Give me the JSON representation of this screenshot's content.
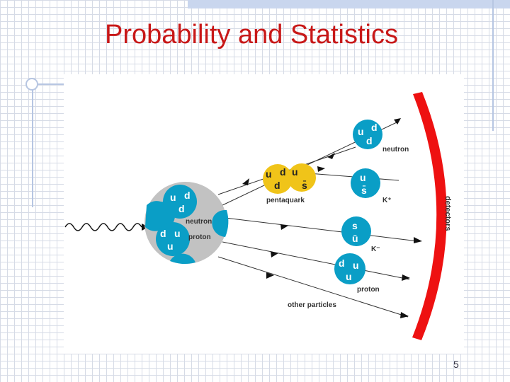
{
  "slide": {
    "title": "Probability and Statistics",
    "page_number": "5"
  },
  "diagram": {
    "nucleus_labels": {
      "neutron": "neutron",
      "proton": "proton"
    },
    "nucleus_quarks": {
      "neutron": [
        "u",
        "d",
        "d"
      ],
      "proton": [
        "d",
        "u",
        "u"
      ]
    },
    "pentaquark": {
      "label": "pentaquark",
      "quarks": [
        "u",
        "d",
        "u",
        "d",
        "s̄"
      ]
    },
    "products": [
      {
        "quarks": [
          "u",
          "d",
          "d"
        ],
        "label": "neutron"
      },
      {
        "quarks": [
          "u",
          "s̄"
        ],
        "label": "K⁺"
      },
      {
        "quarks": [
          "s",
          "ū"
        ],
        "label": "K⁻"
      },
      {
        "quarks": [
          "d",
          "u",
          "u"
        ],
        "label": "proton"
      }
    ],
    "other_label": "other particles",
    "detector_label": "detectors",
    "colors": {
      "quark_blue": "#0a9ec6",
      "quark_yellow": "#f0c419",
      "nucleus_gray": "#c2c2c2",
      "detector_red": "#ee1111"
    }
  }
}
